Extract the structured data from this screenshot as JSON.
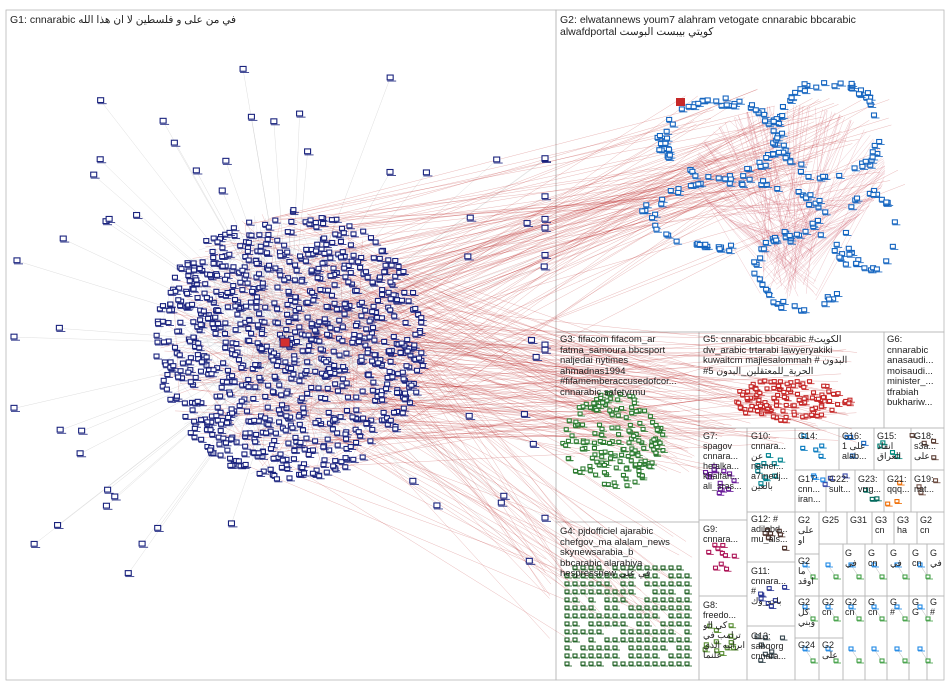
{
  "colors": {
    "box_border": "#b8b8b8",
    "g1_node": "#1a237e",
    "g2_node": "#1565c0",
    "g3_node": "#2e7d32",
    "g4_node": "#1b5e20",
    "g5_node": "#c62828",
    "edge_gray": "#c8c8c8",
    "edge_red": "#b71c1c"
  },
  "groups": [
    {
      "id": "G1",
      "lines": [
        "G1: cnnarabic في من على و فلسطين لا ان هذا الله"
      ]
    },
    {
      "id": "G2",
      "lines": [
        "G2: elwatannews youm7 alahram vetogate cnnarabic bbcarabic",
        "alwafdportal كويتي بيبست البوست"
      ]
    },
    {
      "id": "G3",
      "lines": [
        "G3: fifacom fifacom_ar",
        "fatma_samoura bbcsport",
        "naljedai nytimes",
        "ahmadnas1994",
        "#fifamemberaccusedofcor...",
        "cnnarabic safetyrmu"
      ]
    },
    {
      "id": "G4",
      "lines": [
        "G4: pjdofficiel ajarabic",
        "chefgov_ma alalam_news",
        "skynewsarabia_b",
        "bbcarabic alarabiya",
        "hespressnew في على"
      ]
    },
    {
      "id": "G5",
      "lines": [
        "G5: cnnarabic bbcarabic #الكويت",
        "dw_arabic trtarabi lawyeryakiki",
        "kuwaitcm majlesalommah # البدون",
        "#الحرية_للمعتقلين_البدون 5"
      ]
    },
    {
      "id": "G6",
      "lines": [
        "G6:",
        "cnnarabic",
        "anasaudi...",
        "moisaudi...",
        "minister_...",
        "tfrabiah",
        "bukhariw..."
      ]
    },
    {
      "id": "G7",
      "lines": [
        "G7:",
        "spagov",
        "cnnara...",
        "helalka...",
        "khalfan...",
        "ali_sras..."
      ]
    },
    {
      "id": "G8",
      "lines": [
        "G8:",
        "freedo...",
        "كي الو",
        "ترامب في",
        "ابرانيه الذي",
        "علنما"
      ]
    },
    {
      "id": "G9",
      "lines": [
        "G9:",
        "cnnara..."
      ]
    },
    {
      "id": "G10",
      "lines": [
        "G10:",
        "cnnara...",
        "عن",
        "nemer...",
        "a7medj...",
        "بالعين"
      ]
    },
    {
      "id": "G11",
      "lines": [
        "G11:",
        "cnnara...",
        "#",
        "بات_وك"
      ]
    },
    {
      "id": "G12",
      "lines": [
        "G12: #",
        "adilabd...",
        "mu_als..."
      ]
    },
    {
      "id": "G13",
      "lines": [
        "G13:",
        "sabqorg",
        "cnnara..."
      ]
    },
    {
      "id": "G14",
      "lines": [
        "G14:"
      ]
    },
    {
      "id": "G15",
      "lines": [
        "G15:",
        "انقاذ",
        "العراق"
      ]
    },
    {
      "id": "G16",
      "lines": [
        "G16:",
        "على 1",
        "alab..."
      ]
    },
    {
      "id": "G17",
      "lines": [
        "G17:",
        "cnn...",
        "iran..."
      ]
    },
    {
      "id": "G18",
      "lines": [
        "G18:",
        "s3a...",
        "على"
      ]
    },
    {
      "id": "G19",
      "lines": [
        "G19:",
        "nat..."
      ]
    },
    {
      "id": "G20",
      "lines": [
        "G2",
        "على",
        "او"
      ]
    },
    {
      "id": "G21",
      "lines": [
        "G21:",
        "qqq..."
      ]
    },
    {
      "id": "G22",
      "lines": [
        "G22:",
        "sult..."
      ]
    },
    {
      "id": "G23",
      "lines": [
        "G23:",
        "vrrg..."
      ]
    },
    {
      "id": "G24",
      "lines": [
        "G24"
      ]
    },
    {
      "id": "G25",
      "lines": [
        "G25"
      ]
    },
    {
      "id": "G26",
      "lines": [
        "G2",
        "ما",
        "اوقد"
      ]
    },
    {
      "id": "G27",
      "lines": [
        "G2",
        "كل",
        "وبني"
      ]
    },
    {
      "id": "G28",
      "lines": [
        "G2",
        "cn"
      ]
    },
    {
      "id": "G29",
      "lines": [
        "G2",
        "على"
      ]
    },
    {
      "id": "G30",
      "lines": [
        "G2",
        "cn"
      ]
    },
    {
      "id": "G31",
      "lines": [
        "G31"
      ]
    },
    {
      "id": "G32",
      "lines": [
        "G3",
        "cn"
      ]
    },
    {
      "id": "G33",
      "lines": [
        "G3",
        "ha"
      ]
    },
    {
      "id": "G34",
      "lines": [
        "G2",
        "cn"
      ]
    },
    {
      "id": "G35",
      "lines": [
        "G",
        "في"
      ]
    },
    {
      "id": "G36",
      "lines": [
        "G",
        "cn"
      ]
    },
    {
      "id": "G37",
      "lines": [
        "G",
        "في"
      ]
    },
    {
      "id": "G38",
      "lines": [
        "G",
        "cn"
      ]
    },
    {
      "id": "G39",
      "lines": [
        "G",
        "في"
      ]
    },
    {
      "id": "G40",
      "lines": [
        "G",
        "cn"
      ]
    },
    {
      "id": "G41",
      "lines": [
        "G",
        "#"
      ]
    },
    {
      "id": "G42",
      "lines": [
        "G",
        "G"
      ]
    },
    {
      "id": "G43",
      "lines": [
        "G",
        "#"
      ]
    }
  ]
}
